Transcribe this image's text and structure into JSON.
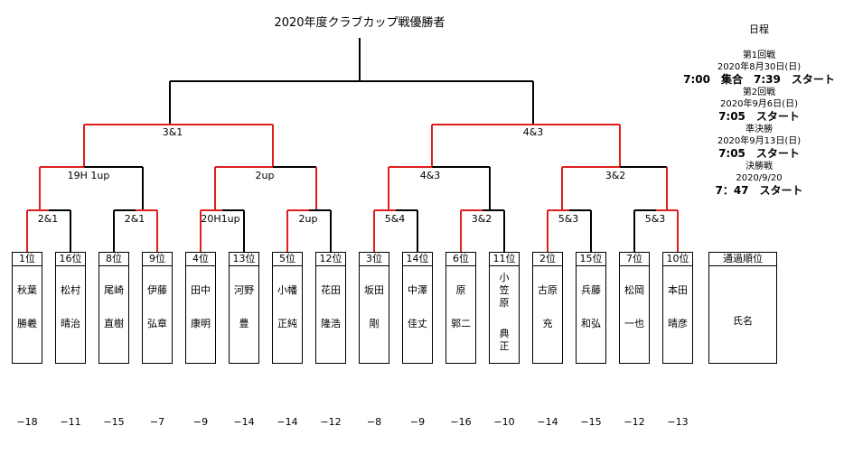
{
  "title": "2020年度クラブカップ戦優勝者",
  "results": {
    "sf_left": "3&1",
    "sf_right": "4&3",
    "qf1": "19H 1up",
    "qf2": "2up",
    "qf3": "4&3",
    "qf4": "3&2",
    "r1_1": "2&1",
    "r1_2": "2&1",
    "r1_3": "20H1up",
    "r1_4": "2up",
    "r1_5": "5&4",
    "r1_6": "3&2",
    "r1_7": "5&3",
    "r1_8": "5&3"
  },
  "players": [
    {
      "seed": "1位",
      "line1": "秋葉",
      "line2": "勝羲",
      "score": "−18"
    },
    {
      "seed": "16位",
      "line1": "松村",
      "line2": "晴治",
      "score": "−11"
    },
    {
      "seed": "8位",
      "line1": "尾崎",
      "line2": "直樹",
      "score": "−15"
    },
    {
      "seed": "9位",
      "line1": "伊藤",
      "line2": "弘章",
      "score": "−7"
    },
    {
      "seed": "4位",
      "line1": "田中",
      "line2": "康明",
      "score": "−9"
    },
    {
      "seed": "13位",
      "line1": "河野",
      "line2": "豊",
      "score": "−14"
    },
    {
      "seed": "5位",
      "line1": "小幡",
      "line2": "正純",
      "score": "−14"
    },
    {
      "seed": "12位",
      "line1": "花田",
      "line2": "隆浩",
      "score": "−12"
    },
    {
      "seed": "3位",
      "line1": "坂田",
      "line2": "剛",
      "score": "−8"
    },
    {
      "seed": "14位",
      "line1": "中澤",
      "line2": "佳丈",
      "score": "−9"
    },
    {
      "seed": "6位",
      "line1": "原",
      "line2": "郭二",
      "score": "−16"
    },
    {
      "seed": "11位",
      "line1": "小笠原",
      "line2": "典正",
      "score": "−10"
    },
    {
      "seed": "2位",
      "line1": "古原",
      "line2": "充",
      "score": "−14"
    },
    {
      "seed": "15位",
      "line1": "兵藤",
      "line2": "和弘",
      "score": "−15"
    },
    {
      "seed": "7位",
      "line1": "松岡",
      "line2": "一也",
      "score": "−12"
    },
    {
      "seed": "10位",
      "line1": "本田",
      "line2": "晴彦",
      "score": "−13"
    }
  ],
  "legend": {
    "header": "通過順位",
    "label": "氏名"
  },
  "schedule": {
    "heading": "日程",
    "r1_title": "第1回戦",
    "r1_date": "2020年8月30日(日)",
    "r1_time": "7:00　集合　7:39　スタート",
    "r2_title": "第2回戦",
    "r2_date": "2020年9月6日(日)",
    "r2_time": "7:05　スタート",
    "sf_title": "準決勝",
    "sf_date": "2020年9月13日(日)",
    "sf_time": "7:05　スタート",
    "f_title": "決勝戦",
    "f_date": "2020/9/20",
    "f_time": "7：47　スタート"
  },
  "colors": {
    "winner_line": "#e01e1e",
    "line": "#000000"
  }
}
